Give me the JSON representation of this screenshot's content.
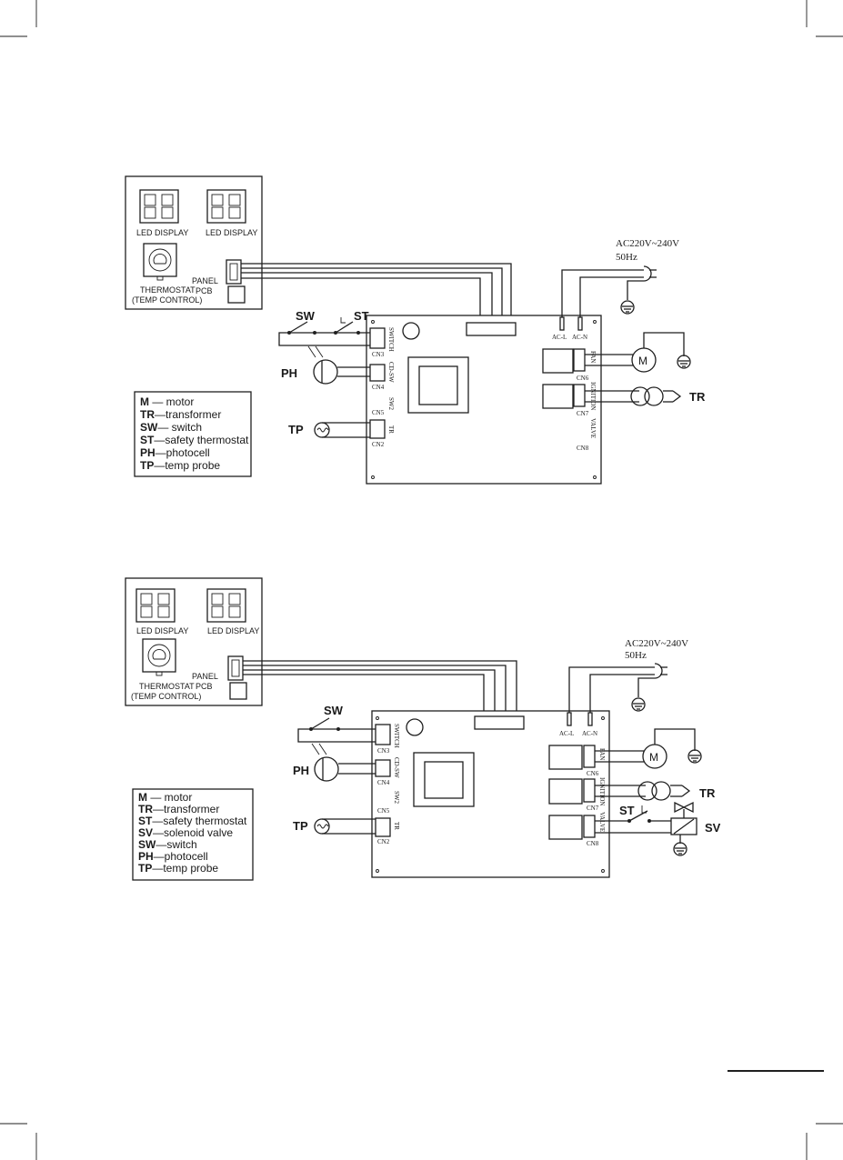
{
  "diagrams": [
    {
      "panel": {
        "led_display_left": "LED  DISPLAY",
        "led_display_right": "LED  DISPLAY",
        "thermostat_line1": "THERMOSTAT",
        "thermostat_line2": "(TEMP CONTROL)",
        "panel_pcb_line1": "PANEL",
        "panel_pcb_line2": "PCB"
      },
      "power": {
        "voltage": "AC220V~240V",
        "frequency": "50Hz"
      },
      "terminals": {
        "ac_l": "AC-L",
        "ac_n": "AC-N"
      },
      "labels": {
        "sw": "SW",
        "st": "ST",
        "ph": "PH",
        "tp": "TP",
        "tr": "TR",
        "m": "M"
      },
      "connectors": {
        "switch": "SWITCH",
        "cn3": "CN3",
        "cdsw": "CD-SW",
        "cn4": "CN4",
        "sw2": "SW2",
        "cn5": "CN5",
        "tr": "TR",
        "cn2": "CN2",
        "fan": "FAN",
        "cn6": "CN6",
        "ignition": "IGNITION",
        "cn7": "CN7",
        "valve": "VALVE",
        "cn8": "CN8"
      },
      "legend": [
        {
          "key": "M",
          "desc": " — motor"
        },
        {
          "key": "TR",
          "desc": "—transformer"
        },
        {
          "key": "SW",
          "desc": "— switch"
        },
        {
          "key": "ST",
          "desc": "—safety thermostat"
        },
        {
          "key": "PH",
          "desc": "—photocell"
        },
        {
          "key": "TP",
          "desc": "—temp probe"
        }
      ]
    },
    {
      "panel": {
        "led_display_left": "LED  DISPLAY",
        "led_display_right": "LED  DISPLAY",
        "thermostat_line1": "THERMOSTAT",
        "thermostat_line2": "(TEMP CONTROL)",
        "panel_pcb_line1": "PANEL",
        "panel_pcb_line2": "PCB"
      },
      "power": {
        "voltage": "AC220V~240V",
        "frequency": "50Hz"
      },
      "terminals": {
        "ac_l": "AC-L",
        "ac_n": "AC-N"
      },
      "labels": {
        "sw": "SW",
        "st": "ST",
        "ph": "PH",
        "tp": "TP",
        "tr": "TR",
        "m": "M",
        "sv": "SV"
      },
      "connectors": {
        "switch": "SWITCH",
        "cn3": "CN3",
        "cdsw": "CD-SW",
        "cn4": "CN4",
        "sw2": "SW2",
        "cn5": "CN5",
        "tr": "TR",
        "cn2": "CN2",
        "fan": "FAN",
        "cn6": "CN6",
        "ignition": "IGNITION",
        "cn7": "CN7",
        "valve": "VALVE",
        "cn8": "CN8"
      },
      "legend": [
        {
          "key": "M",
          "desc": " — motor"
        },
        {
          "key": "TR",
          "desc": "—transformer"
        },
        {
          "key": "ST",
          "desc": "—safety thermostat"
        },
        {
          "key": "SV",
          "desc": "—solenoid valve"
        },
        {
          "key": "SW",
          "desc": "—switch"
        },
        {
          "key": "PH",
          "desc": "—photocell"
        },
        {
          "key": "TP",
          "desc": "—temp probe"
        }
      ]
    }
  ]
}
